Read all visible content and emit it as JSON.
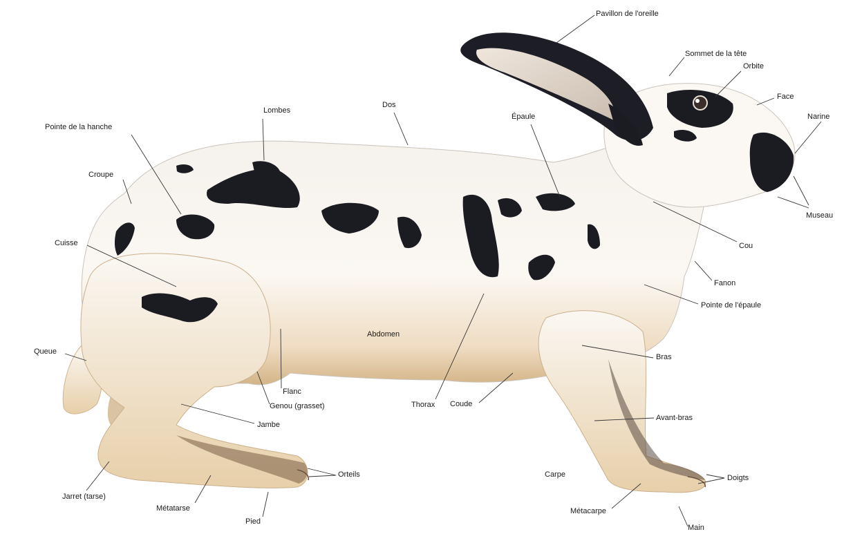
{
  "labels": {
    "pavillon": "Pavillon de l'oreille",
    "sommet": "Sommet de la tête",
    "orbite": "Orbite",
    "face": "Face",
    "narine": "Narine",
    "museau": "Museau",
    "dos": "Dos",
    "lombes": "Lombes",
    "pointe_hanche": "Pointe de la hanche",
    "epaule": "Épaule",
    "croupe": "Croupe",
    "cuisse": "Cuisse",
    "cou": "Cou",
    "fanon": "Fanon",
    "pointe_epaule": "Pointe de l'épaule",
    "abdomen": "Abdomen",
    "queue": "Queue",
    "bras": "Bras",
    "flanc": "Flanc",
    "genou": "Genou (grasset)",
    "thorax": "Thorax",
    "coude": "Coude",
    "jambe": "Jambe",
    "avant_bras": "Avant-bras",
    "orteils": "Orteils",
    "carpe": "Carpe",
    "doigts": "Doigts",
    "jarret": "Jarret (tarse)",
    "metatarse": "Métatarse",
    "metacarpe": "Métacarpe",
    "pied": "Pied",
    "main": "Main"
  },
  "colors": {
    "fur": "#fbf7f0",
    "shade": "#d9b98c",
    "spot": "#1b1b22",
    "leader": "#333333"
  }
}
